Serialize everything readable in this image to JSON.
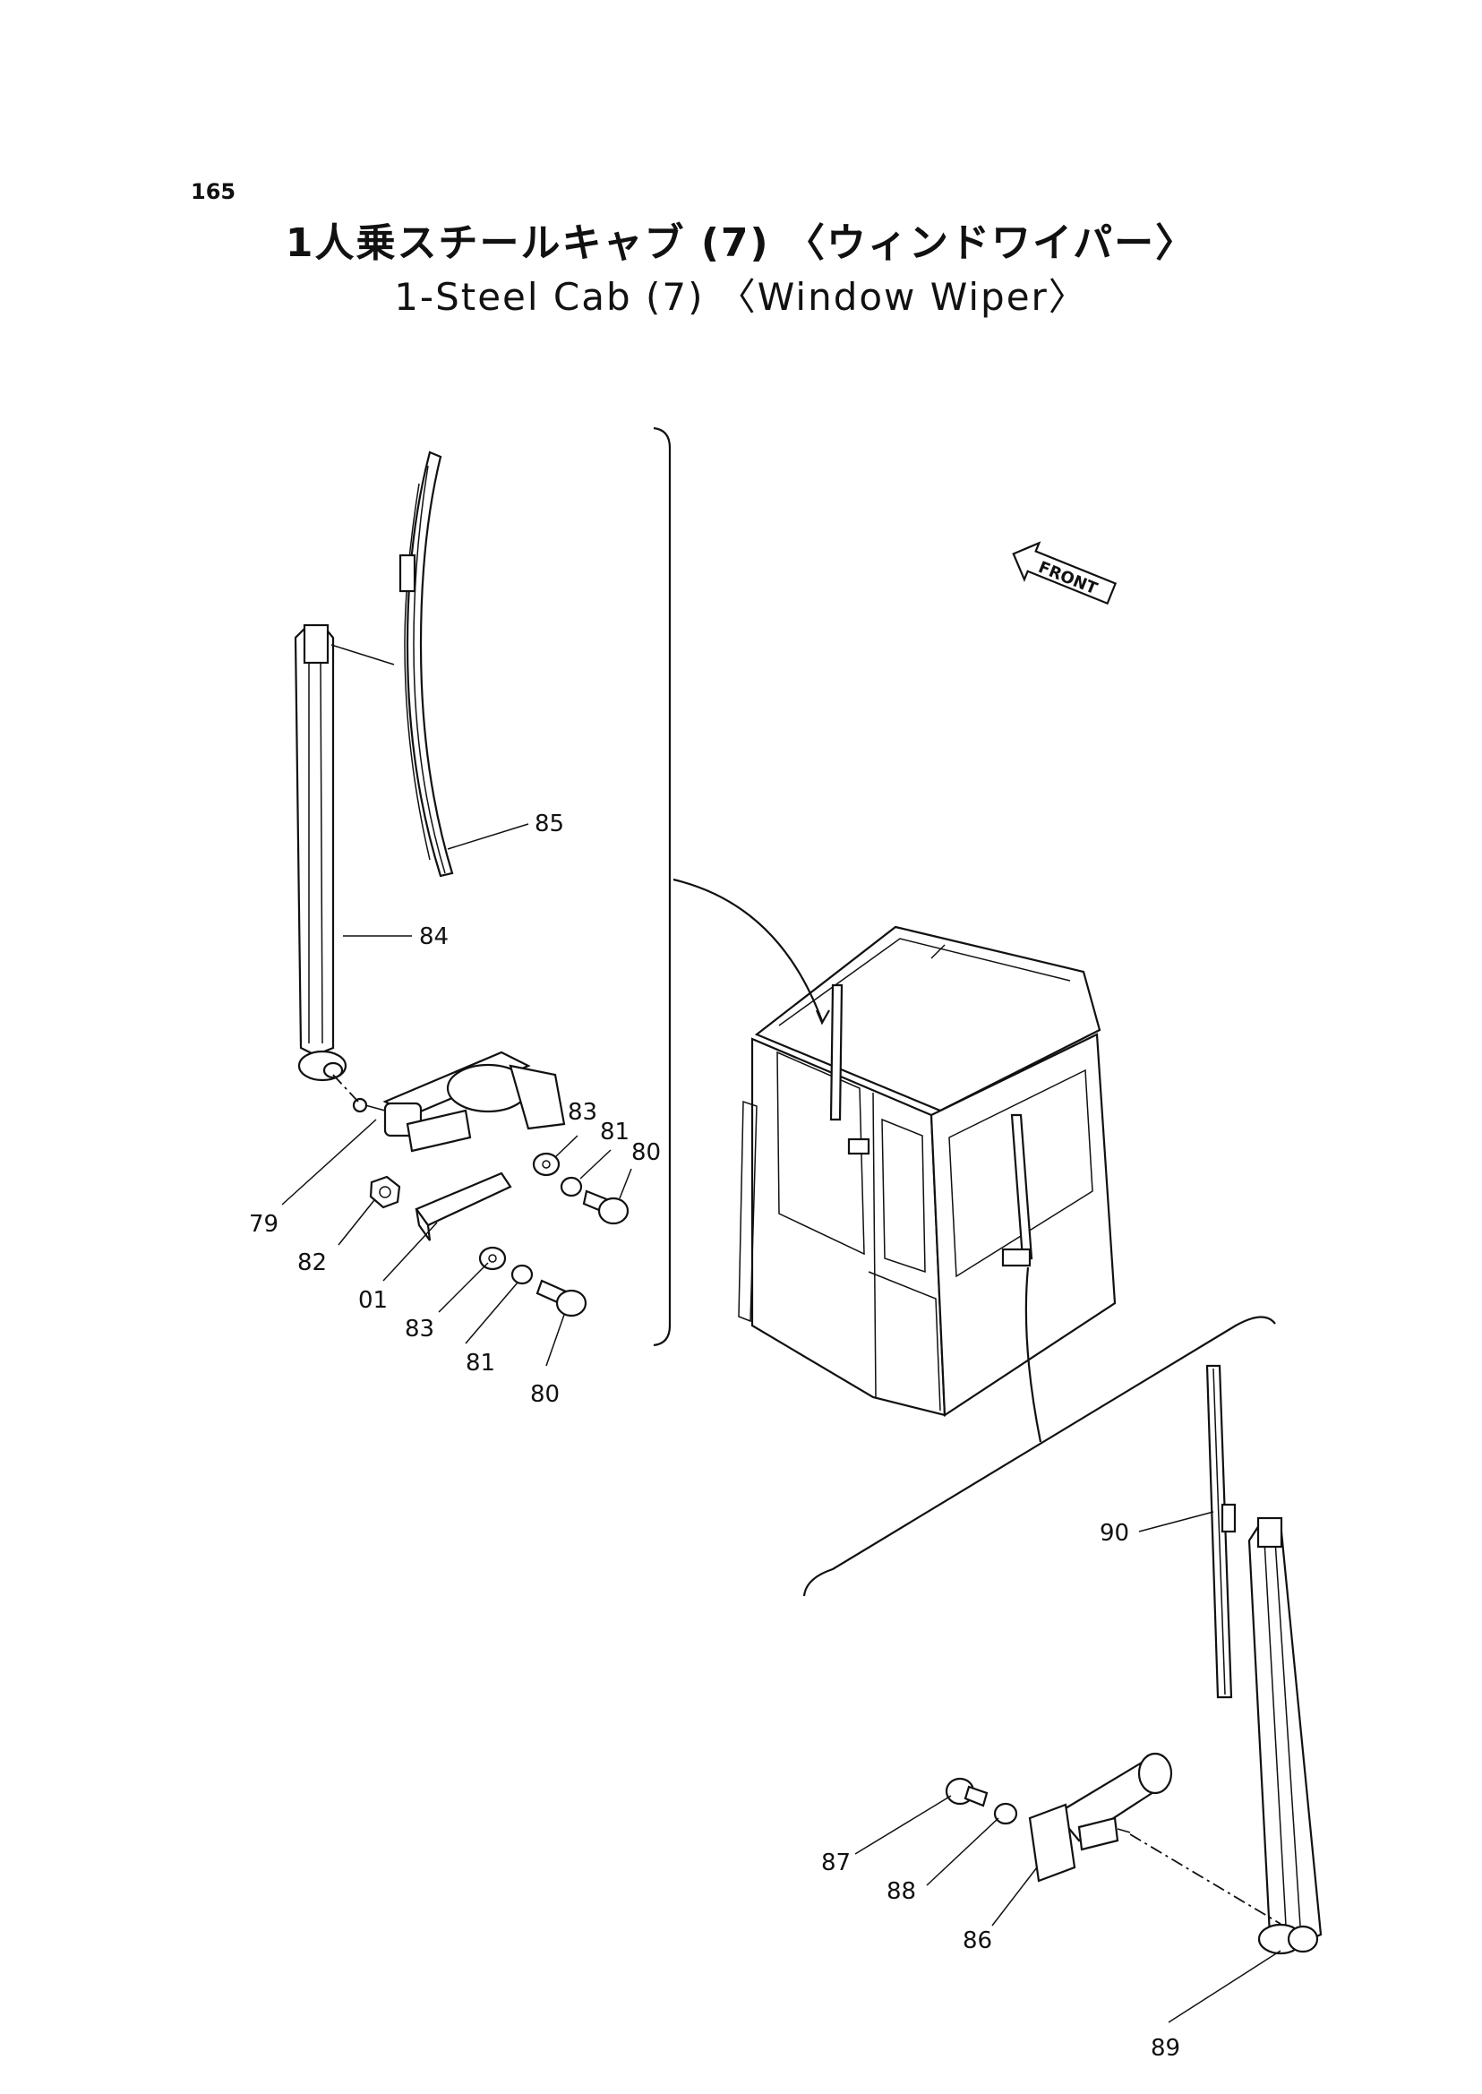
{
  "page_number": "165",
  "title_jp": "1人乗スチールキャブ (7) 〈ウィンドワイパー〉",
  "title_en": "1-Steel Cab (7) 〈Window Wiper〉",
  "front_marker": "FRONT",
  "callouts": {
    "c85": "85",
    "c84": "84",
    "c83a": "83",
    "c81a": "81",
    "c80a": "80",
    "c79": "79",
    "c82": "82",
    "c01": "01",
    "c83b": "83",
    "c81b": "81",
    "c80b": "80",
    "c90": "90",
    "c87": "87",
    "c88": "88",
    "c86": "86",
    "c89": "89"
  }
}
